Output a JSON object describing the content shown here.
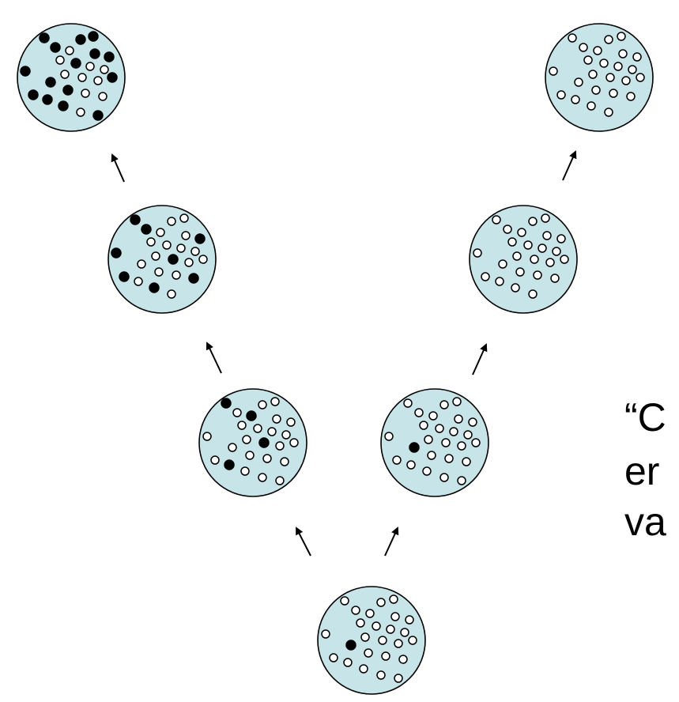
{
  "side_text": {
    "line1": "“C",
    "line2": "er",
    "line3": "va"
  },
  "colors": {
    "cell_fill": "#c7e5e9",
    "outline": "#000000",
    "marked_dot": "#000000",
    "unmarked_dot": "#ffffff"
  },
  "cells": [
    {
      "name": "cell-bottom-root",
      "marked": 1,
      "unmarked": 24
    },
    {
      "name": "cell-left-generation-1",
      "marked": 4,
      "unmarked": 21
    },
    {
      "name": "cell-right-generation-1",
      "marked": 1,
      "unmarked": 24
    },
    {
      "name": "cell-left-generation-2",
      "marked": 8,
      "unmarked": 16
    },
    {
      "name": "cell-right-generation-2",
      "marked": 0,
      "unmarked": 24
    },
    {
      "name": "cell-left-generation-3",
      "marked": 15,
      "unmarked": 10
    },
    {
      "name": "cell-right-generation-3",
      "marked": 0,
      "unmarked": 24
    }
  ]
}
